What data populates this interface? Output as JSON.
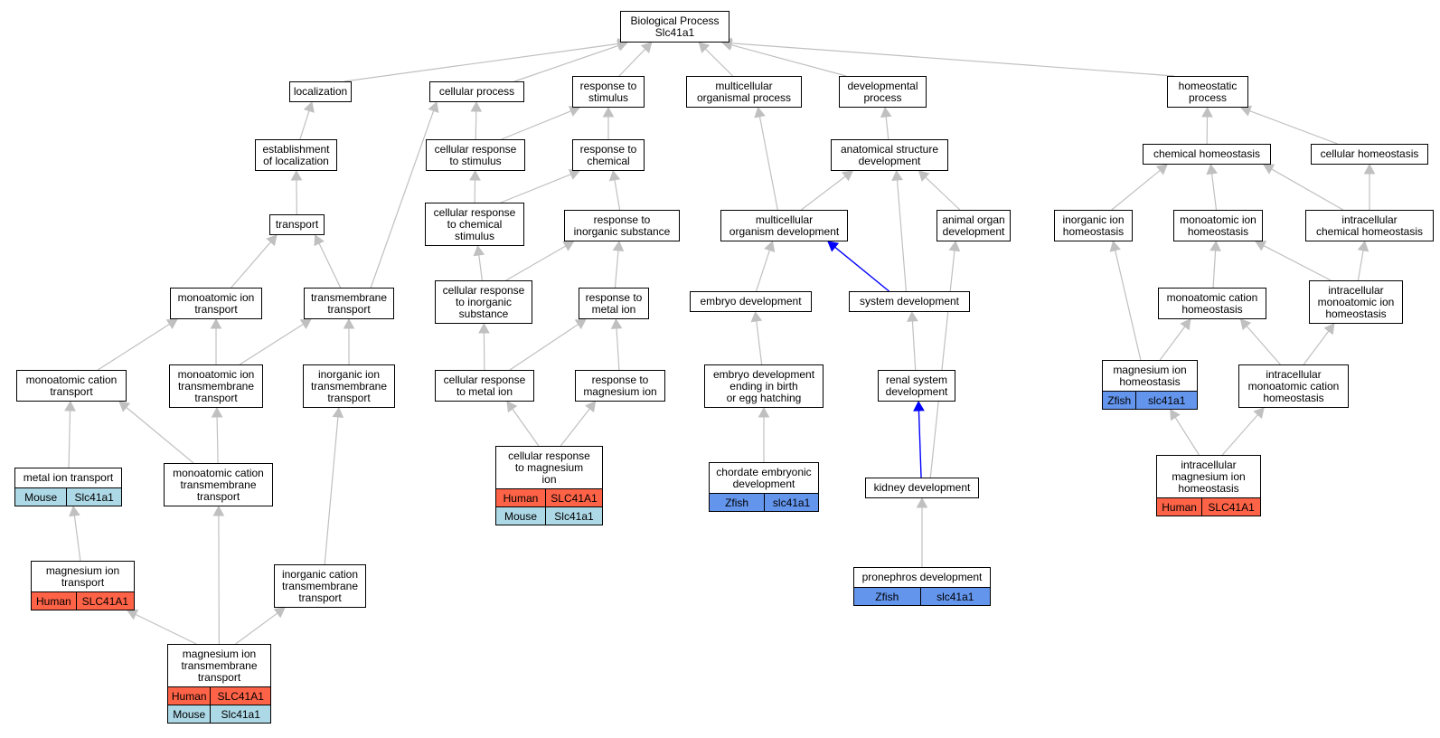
{
  "colors": {
    "edge": "#c0c0c0",
    "edge_highlight": "#0000ff",
    "Human": "#ff6347",
    "Mouse": "#add8e6",
    "Zfish": "#6495ed"
  },
  "nodes": [
    {
      "id": "bp",
      "label": "Biological Process\nSlc41a1"
    },
    {
      "id": "loc",
      "label": "localization"
    },
    {
      "id": "cp",
      "label": "cellular process"
    },
    {
      "id": "rts",
      "label": "response to\nstimulus"
    },
    {
      "id": "mop",
      "label": "multicellular\norganismal process"
    },
    {
      "id": "dp",
      "label": "developmental\nprocess"
    },
    {
      "id": "hp",
      "label": "homeostatic\nprocess"
    },
    {
      "id": "eol",
      "label": "establishment\nof localization"
    },
    {
      "id": "crs",
      "label": "cellular response\nto stimulus"
    },
    {
      "id": "rtc",
      "label": "response to\nchemical"
    },
    {
      "id": "asd",
      "label": "anatomical structure\ndevelopment"
    },
    {
      "id": "ch",
      "label": "chemical homeostasis"
    },
    {
      "id": "cellh",
      "label": "cellular homeostasis"
    },
    {
      "id": "tr",
      "label": "transport"
    },
    {
      "id": "crcs",
      "label": "cellular response\nto chemical\nstimulus"
    },
    {
      "id": "rtis",
      "label": "response to\ninorganic substance"
    },
    {
      "id": "mod",
      "label": "multicellular\norganism development"
    },
    {
      "id": "aod",
      "label": "animal organ\ndevelopment"
    },
    {
      "id": "iih",
      "label": "inorganic ion\nhomeostasis"
    },
    {
      "id": "mih",
      "label": "monoatomic ion\nhomeostasis"
    },
    {
      "id": "ich",
      "label": "intracellular\nchemical homeostasis"
    },
    {
      "id": "mit",
      "label": "monoatomic ion\ntransport"
    },
    {
      "id": "tmt",
      "label": "transmembrane\ntransport"
    },
    {
      "id": "cris",
      "label": "cellular response\nto inorganic\nsubstance"
    },
    {
      "id": "rtmi",
      "label": "response to\nmetal ion"
    },
    {
      "id": "ed",
      "label": "embryo development"
    },
    {
      "id": "sd",
      "label": "system development"
    },
    {
      "id": "mch",
      "label": "monoatomic cation\nhomeostasis"
    },
    {
      "id": "imih",
      "label": "intracellular\nmonoatomic ion\nhomeostasis"
    },
    {
      "id": "mct",
      "label": "monoatomic cation\ntransport"
    },
    {
      "id": "mitt",
      "label": "monoatomic ion\ntransmembrane\ntransport"
    },
    {
      "id": "iitt",
      "label": "inorganic ion\ntransmembrane\ntransport"
    },
    {
      "id": "crmi",
      "label": "cellular response\nto metal ion"
    },
    {
      "id": "rtmgi",
      "label": "response to\nmagnesium ion"
    },
    {
      "id": "edeb",
      "label": "embryo development\nending in birth\nor egg hatching"
    },
    {
      "id": "rsd",
      "label": "renal system\ndevelopment"
    },
    {
      "id": "mgih",
      "label": "magnesium ion\nhomeostasis",
      "genes": [
        {
          "sp": "Zfish",
          "gene": "slc41a1"
        }
      ]
    },
    {
      "id": "imch",
      "label": "intracellular\nmonoatomic cation\nhomeostasis"
    },
    {
      "id": "mitr",
      "label": "metal ion transport",
      "genes": [
        {
          "sp": "Mouse",
          "gene": "Slc41a1"
        }
      ]
    },
    {
      "id": "mctt",
      "label": "monoatomic cation\ntransmembrane\ntransport"
    },
    {
      "id": "crmg",
      "label": "cellular response\nto magnesium\nion",
      "genes": [
        {
          "sp": "Human",
          "gene": "SLC41A1"
        },
        {
          "sp": "Mouse",
          "gene": "Slc41a1"
        }
      ]
    },
    {
      "id": "ced",
      "label": "chordate embryonic\ndevelopment",
      "genes": [
        {
          "sp": "Zfish",
          "gene": "slc41a1"
        }
      ]
    },
    {
      "id": "kd",
      "label": "kidney development"
    },
    {
      "id": "imgh",
      "label": "intracellular\nmagnesium ion\nhomeostasis",
      "genes": [
        {
          "sp": "Human",
          "gene": "SLC41A1"
        }
      ]
    },
    {
      "id": "mgit",
      "label": "magnesium ion\ntransport",
      "genes": [
        {
          "sp": "Human",
          "gene": "SLC41A1"
        }
      ]
    },
    {
      "id": "ictt",
      "label": "inorganic cation\ntransmembrane\ntransport"
    },
    {
      "id": "pd",
      "label": "pronephros development",
      "genes": [
        {
          "sp": "Zfish",
          "gene": "slc41a1"
        }
      ]
    },
    {
      "id": "mgitt",
      "label": "magnesium ion\ntransmembrane\ntransport",
      "genes": [
        {
          "sp": "Human",
          "gene": "SLC41A1"
        },
        {
          "sp": "Mouse",
          "gene": "Slc41a1"
        }
      ]
    }
  ],
  "edges": [
    {
      "from": "loc",
      "to": "bp"
    },
    {
      "from": "cp",
      "to": "bp"
    },
    {
      "from": "rts",
      "to": "bp"
    },
    {
      "from": "mop",
      "to": "bp"
    },
    {
      "from": "dp",
      "to": "bp"
    },
    {
      "from": "hp",
      "to": "bp"
    },
    {
      "from": "eol",
      "to": "loc"
    },
    {
      "from": "tr",
      "to": "eol"
    },
    {
      "from": "crs",
      "to": "cp"
    },
    {
      "from": "crs",
      "to": "rts"
    },
    {
      "from": "rtc",
      "to": "rts"
    },
    {
      "from": "crcs",
      "to": "crs"
    },
    {
      "from": "crcs",
      "to": "rtc"
    },
    {
      "from": "rtis",
      "to": "rtc"
    },
    {
      "from": "cris",
      "to": "crcs"
    },
    {
      "from": "cris",
      "to": "rtis"
    },
    {
      "from": "rtmi",
      "to": "rtis"
    },
    {
      "from": "crmi",
      "to": "cris"
    },
    {
      "from": "crmi",
      "to": "rtmi"
    },
    {
      "from": "rtmgi",
      "to": "rtmi"
    },
    {
      "from": "crmg",
      "to": "crmi"
    },
    {
      "from": "crmg",
      "to": "rtmgi"
    },
    {
      "from": "tmt",
      "to": "cp"
    },
    {
      "from": "mit",
      "to": "tr"
    },
    {
      "from": "tmt",
      "to": "tr"
    },
    {
      "from": "mct",
      "to": "mit"
    },
    {
      "from": "mitt",
      "to": "mit"
    },
    {
      "from": "mitt",
      "to": "tmt"
    },
    {
      "from": "iitt",
      "to": "tmt"
    },
    {
      "from": "mitr",
      "to": "mct"
    },
    {
      "from": "mctt",
      "to": "mct"
    },
    {
      "from": "mctt",
      "to": "mitt"
    },
    {
      "from": "mgit",
      "to": "mitr"
    },
    {
      "from": "mgitt",
      "to": "mgit"
    },
    {
      "from": "mgitt",
      "to": "mctt"
    },
    {
      "from": "mgitt",
      "to": "ictt"
    },
    {
      "from": "ictt",
      "to": "iitt"
    },
    {
      "from": "mod",
      "to": "mop"
    },
    {
      "from": "asd",
      "to": "dp"
    },
    {
      "from": "mod",
      "to": "asd"
    },
    {
      "from": "sd",
      "to": "asd"
    },
    {
      "from": "aod",
      "to": "asd"
    },
    {
      "from": "ed",
      "to": "mod"
    },
    {
      "from": "sd",
      "to": "mod",
      "highlight": true
    },
    {
      "from": "edeb",
      "to": "ed"
    },
    {
      "from": "ced",
      "to": "edeb"
    },
    {
      "from": "rsd",
      "to": "sd"
    },
    {
      "from": "kd",
      "to": "rsd",
      "highlight": true
    },
    {
      "from": "kd",
      "to": "aod"
    },
    {
      "from": "pd",
      "to": "kd"
    },
    {
      "from": "ch",
      "to": "hp"
    },
    {
      "from": "cellh",
      "to": "hp"
    },
    {
      "from": "iih",
      "to": "ch"
    },
    {
      "from": "mih",
      "to": "ch"
    },
    {
      "from": "ich",
      "to": "ch"
    },
    {
      "from": "ich",
      "to": "cellh"
    },
    {
      "from": "mch",
      "to": "mih"
    },
    {
      "from": "imih",
      "to": "mih"
    },
    {
      "from": "imih",
      "to": "ich"
    },
    {
      "from": "mgih",
      "to": "iih"
    },
    {
      "from": "mgih",
      "to": "mch"
    },
    {
      "from": "imch",
      "to": "mch"
    },
    {
      "from": "imch",
      "to": "imih"
    },
    {
      "from": "imgh",
      "to": "mgih"
    },
    {
      "from": "imgh",
      "to": "imch"
    }
  ]
}
